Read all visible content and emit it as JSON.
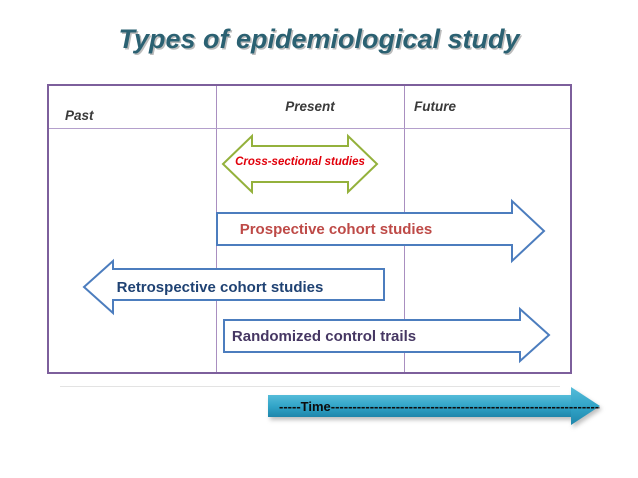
{
  "title": "Types of epidemiological study",
  "table": {
    "columns": [
      "Past",
      "Present",
      "Future"
    ]
  },
  "arrows": [
    {
      "id": "cross-sectional",
      "label": "Cross-sectional studies",
      "direction": "double",
      "outline_color": "#94b13c",
      "label_color": "#e1000b"
    },
    {
      "id": "prospective",
      "label": "Prospective cohort studies",
      "direction": "right",
      "outline_color": "#4c7dbe",
      "label_color": "#be4a47"
    },
    {
      "id": "retrospective",
      "label": "Retrospective cohort studies",
      "direction": "left",
      "outline_color": "#4c7dbe",
      "label_color": "#1f4273"
    },
    {
      "id": "randomized",
      "label": "Randomized control trails",
      "direction": "right",
      "outline_color": "#4c7dbe",
      "label_color": "#463763"
    }
  ],
  "timeline": {
    "label": "-----Time------------------------------------------------------------------------",
    "fill_color": "#2fa2c6"
  },
  "colors": {
    "title": "#2b6172",
    "table_border": "#7d5f9c",
    "table_inner_lines": "#a98fc0",
    "header_text": "#3a3a3a"
  }
}
